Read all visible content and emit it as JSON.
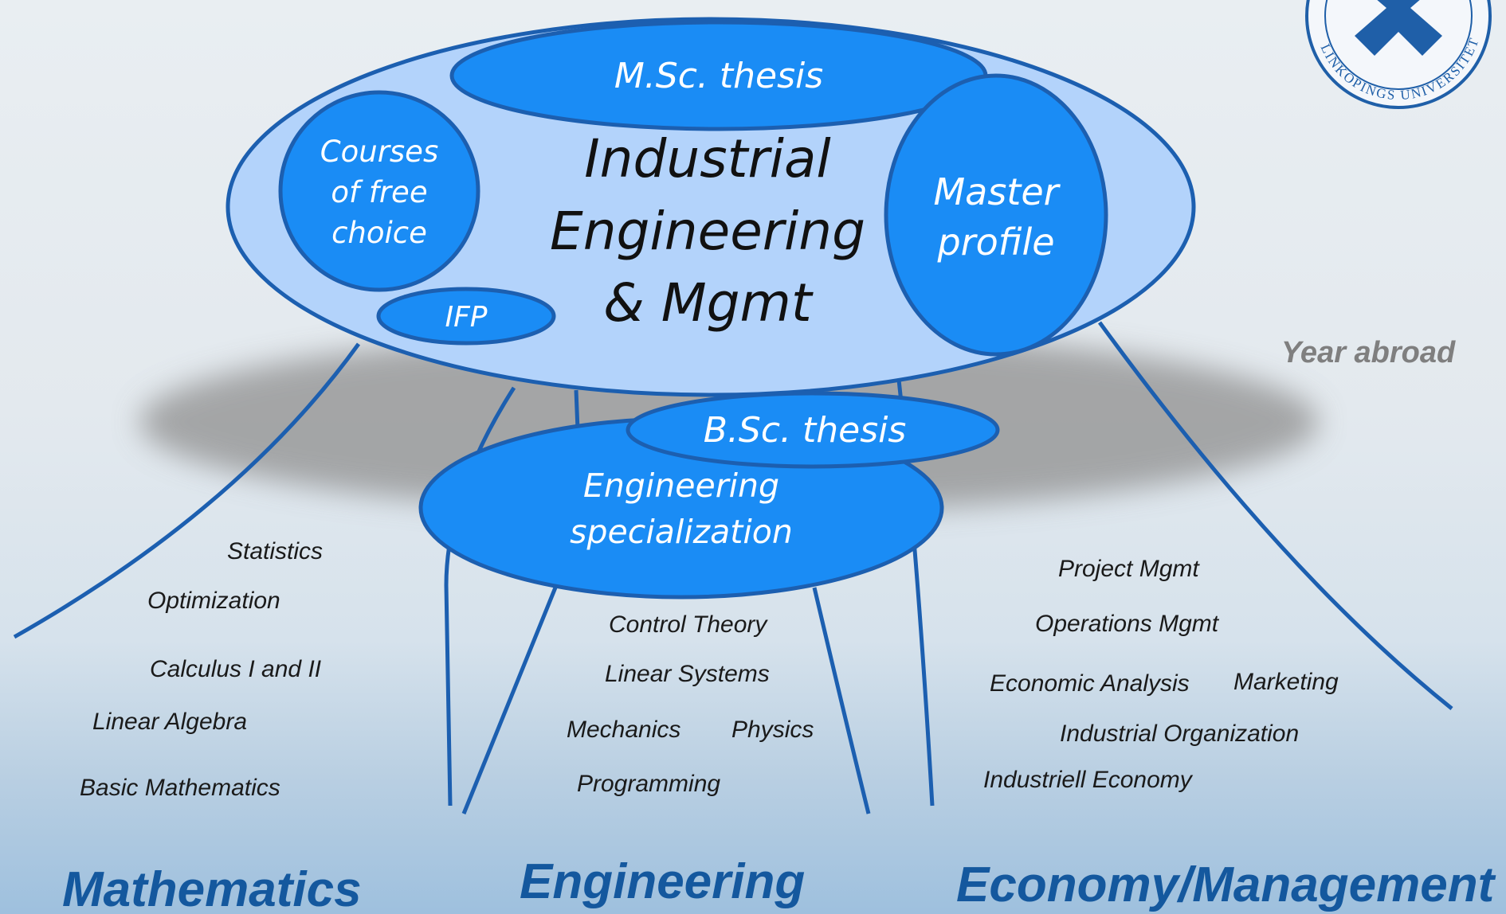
{
  "top": {
    "msc_thesis": "M.Sc. thesis",
    "core_lines": [
      "Industrial",
      "Engineering",
      "& Mgmt"
    ],
    "free_choice_lines": [
      "Courses",
      "of free",
      "choice"
    ],
    "ifp": "IFP",
    "master_profile_lines": [
      "Master",
      "profile"
    ]
  },
  "middle": {
    "bsc_thesis": "B.Sc. thesis",
    "engineering_specialization_lines": [
      "Engineering",
      "specialization"
    ]
  },
  "year_abroad": "Year abroad",
  "seal_text": "LINKÖPINGS UNIVERSITET",
  "mathematics": {
    "title": "Mathematics",
    "courses": [
      "Statistics",
      "Optimization",
      "Calculus I and II",
      "Linear Algebra",
      "Basic Mathematics"
    ]
  },
  "engineering": {
    "title": "Engineering",
    "courses": [
      "Control Theory",
      "Linear Systems",
      "Mechanics",
      "Physics",
      "Programming"
    ]
  },
  "economy": {
    "title": "Economy/Management",
    "courses": [
      "Project Mgmt",
      "Operations Mgmt",
      "Economic Analysis",
      "Marketing",
      "Industrial Organization",
      "Industriell Economy"
    ]
  },
  "colors": {
    "blue": "#1a8cf5",
    "outline": "#1c5fb0",
    "light_blue": "#b3d3fb",
    "area_title": "#14589e",
    "shadow": "#8f8f8f"
  }
}
